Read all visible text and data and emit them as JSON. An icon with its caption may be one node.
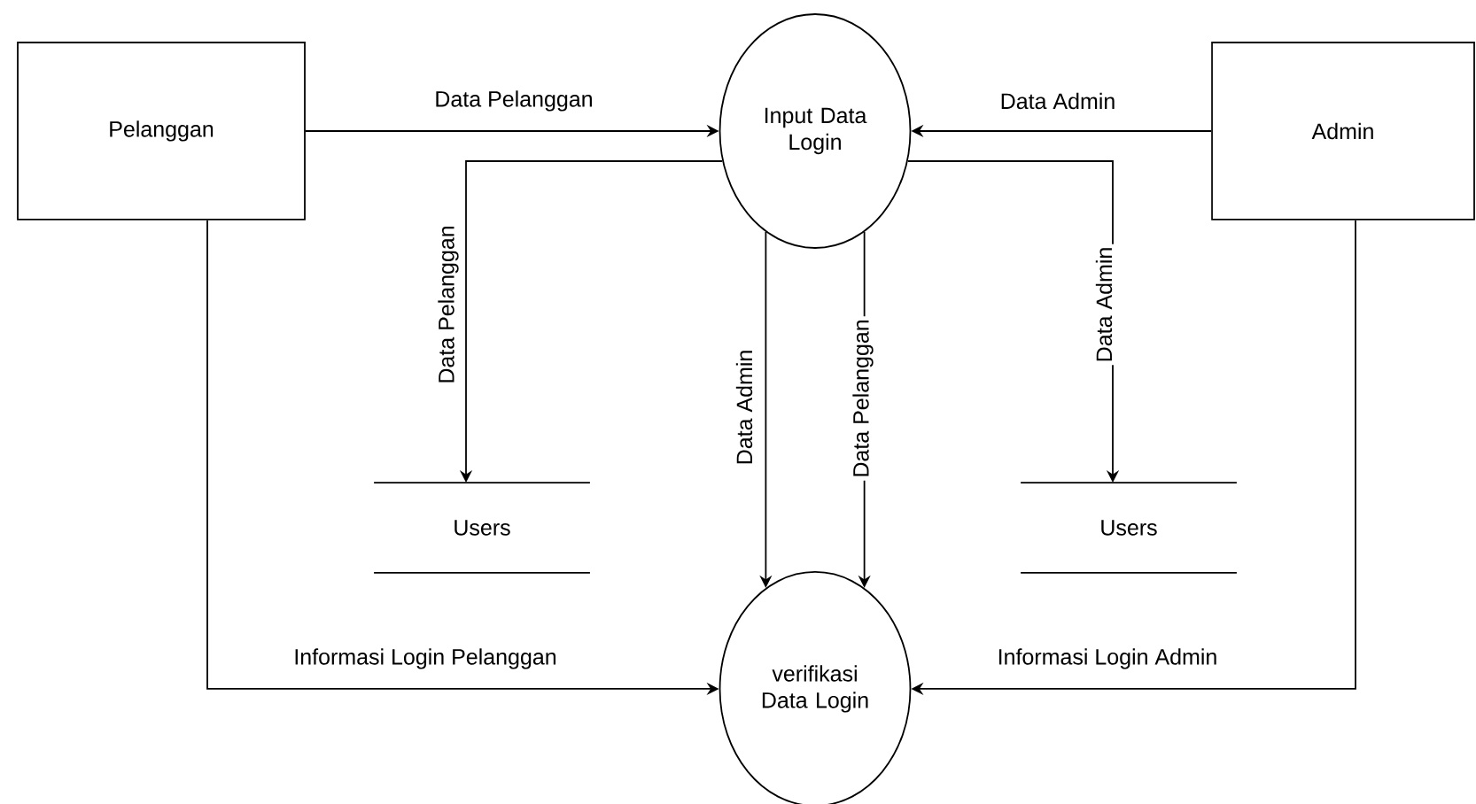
{
  "diagram": {
    "nodes": [
      {
        "text": [
          "Pelanggan"
        ]
      },
      {
        "text": [
          "Input Data Login"
        ]
      },
      {
        "text": [
          "Admin"
        ]
      },
      {
        "text": [
          "Users"
        ]
      },
      {
        "text": [
          "Users"
        ]
      },
      {
        "text": [
          "verifikasi Data Login"
        ]
      }
    ],
    "edges": [
      {
        "from": 0,
        "to": 1,
        "arrow": "to",
        "label": "Data Pelanggan"
      },
      {
        "from": 2,
        "to": 1,
        "arrow": "to",
        "label": "Data Admin"
      },
      {
        "from": 1,
        "to": 3,
        "arrow": "to",
        "label": "Data Pelanggan"
      },
      {
        "from": 1,
        "to": 4,
        "arrow": "to",
        "label": "Data Admin"
      },
      {
        "from": 1,
        "to": 5,
        "arrow": "to",
        "label": "Data Admin"
      },
      {
        "from": 1,
        "to": 5,
        "arrow": "to",
        "label": "Data Pelanggan"
      },
      {
        "from": 0,
        "to": 5,
        "arrow": "to",
        "label": "Informasi Login Pelanggan"
      },
      {
        "from": 2,
        "to": 5,
        "arrow": "to",
        "label": "Informasi Login Admin"
      }
    ]
  }
}
